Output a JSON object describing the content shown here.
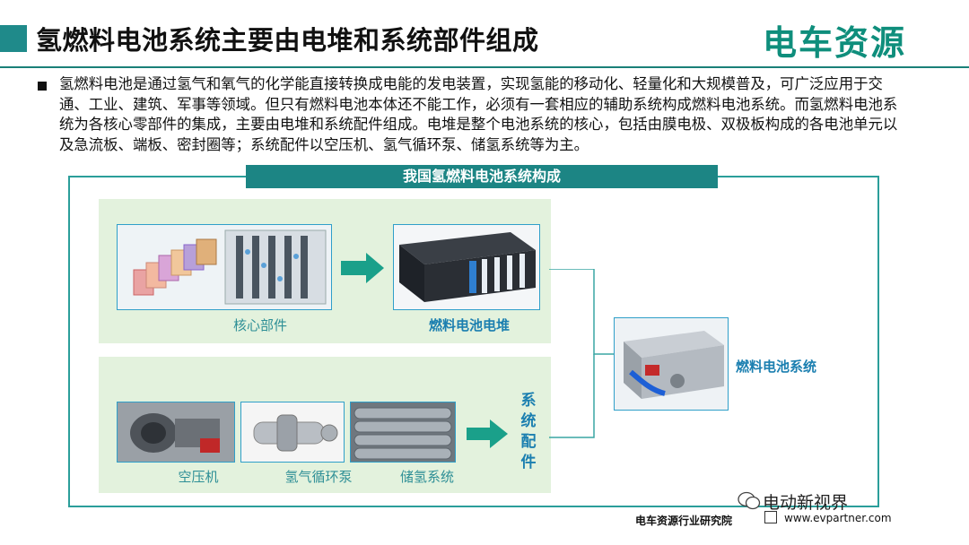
{
  "title": "氢燃料电池系统主要由电堆和系统部件组成",
  "logo": {
    "text": "电车资源",
    "brand_color": "#0f8e7c"
  },
  "intro": "氢燃料电池是通过氢气和氧气的化学能直接转换成电能的发电装置，实现氢能的移动化、轻量化和大规模普及，可广泛应用于交通、工业、建筑、军事等领域。但只有燃料电池本体还不能工作，必须有一套相应的辅助系统构成燃料电池系统。而氢燃料电池系统为各核心零部件的集成，主要由电堆和系统配件组成。电堆是整个电池系统的核心，包括由膜电极、双极板构成的各电池单元以及急流板、端板、密封圈等；系统配件以空压机、氢气循环泵、储氢系统等为主。",
  "diagram": {
    "heading": "我国氢燃料电池系统构成",
    "core_label": "核心部件",
    "stack_label": "燃料电池电堆",
    "system_label": "燃料电池系统",
    "parts_label": "系统配件",
    "parts": [
      "空压机",
      "氢气循环泵",
      "储氢系统"
    ],
    "accent": "#1c8584",
    "arrow_color": "#1aa08a"
  },
  "footer": {
    "source": "电车资源行业研究院",
    "url": "www.evpartner.com",
    "watermark": "电动新视界"
  }
}
